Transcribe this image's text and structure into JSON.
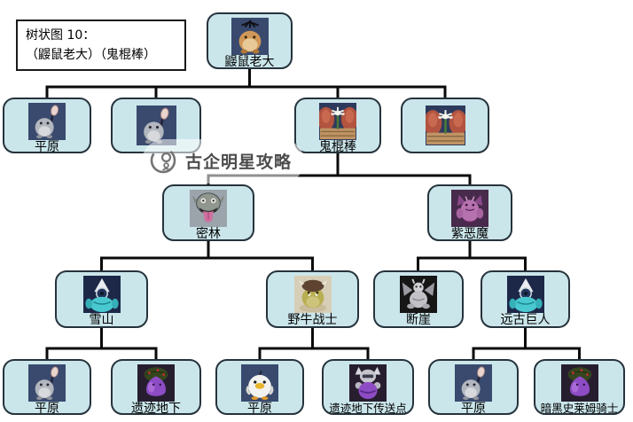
{
  "title_box": {
    "line1": "树状图 10：",
    "line2": "（鼹鼠老大）（鬼棍棒）"
  },
  "watermark": {
    "text": "古企明星攻略",
    "logo": "magnifier-person-logo"
  },
  "colors": {
    "background": "#ffffff",
    "node_fill": "#cbe6eb",
    "node_border": "#26333c",
    "connector": "#0a0a0a",
    "watermark_text": "#4c4c4c"
  },
  "tree": {
    "nodes": [
      {
        "id": "n0",
        "label": "鼹鼠老大",
        "sprite": "mole-boss"
      },
      {
        "id": "n1",
        "label": "平原",
        "sprite": "gray-mole-spear"
      },
      {
        "id": "n2",
        "label": "",
        "sprite": "gray-mole-spear"
      },
      {
        "id": "n3",
        "label": "鬼棍棒",
        "sprite": "ghost-club"
      },
      {
        "id": "n4",
        "label": "",
        "sprite": "ghost-club"
      },
      {
        "id": "n5",
        "label": "密林",
        "sprite": "troll"
      },
      {
        "id": "n6",
        "label": "紫恶魔",
        "sprite": "purple-demon"
      },
      {
        "id": "n7",
        "label": "雪山",
        "sprite": "ice-giant"
      },
      {
        "id": "n8",
        "label": "野牛战士",
        "sprite": "ogre-warrior"
      },
      {
        "id": "n9",
        "label": "断崖",
        "sprite": "gargoyle"
      },
      {
        "id": "n10",
        "label": "远古巨人",
        "sprite": "ice-giant"
      },
      {
        "id": "n11",
        "label": "平原",
        "sprite": "gray-mole-spear"
      },
      {
        "id": "n12",
        "label": "遗迹地下",
        "sprite": "purple-slime"
      },
      {
        "id": "n13",
        "label": "平原",
        "sprite": "white-duck"
      },
      {
        "id": "n14",
        "label": "遗迹地下传送点",
        "sprite": "armored-knight"
      },
      {
        "id": "n15",
        "label": "平原",
        "sprite": "gray-mole-spear"
      },
      {
        "id": "n16",
        "label": "暗黑史莱姆骑士",
        "sprite": "purple-slime"
      }
    ],
    "edges": [
      [
        "n0",
        "n1"
      ],
      [
        "n0",
        "n2"
      ],
      [
        "n0",
        "n3"
      ],
      [
        "n0",
        "n4"
      ],
      [
        "n3",
        "n5"
      ],
      [
        "n3",
        "n6"
      ],
      [
        "n5",
        "n7"
      ],
      [
        "n5",
        "n8"
      ],
      [
        "n6",
        "n9"
      ],
      [
        "n6",
        "n10"
      ],
      [
        "n7",
        "n11"
      ],
      [
        "n7",
        "n12"
      ],
      [
        "n8",
        "n13"
      ],
      [
        "n8",
        "n14"
      ],
      [
        "n10",
        "n15"
      ],
      [
        "n10",
        "n16"
      ]
    ]
  }
}
